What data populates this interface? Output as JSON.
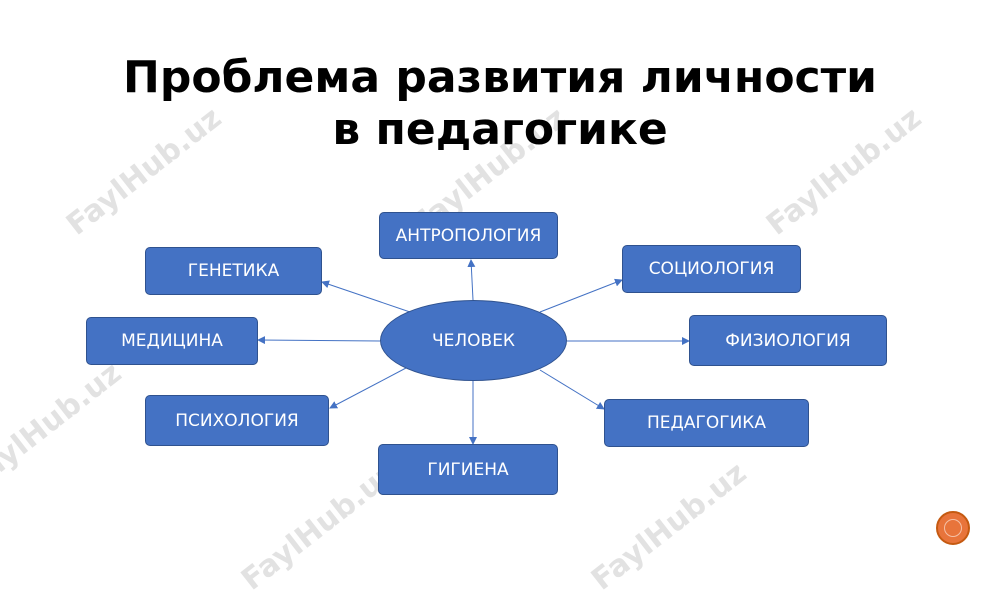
{
  "title_line1": "Проблема развития личности",
  "title_line2": "в педагогике",
  "watermark": "FaylHub.uz",
  "center": "ЧЕЛОВЕК",
  "nodes": {
    "anthropology": "АНТРОПОЛОГИЯ",
    "genetics": "ГЕНЕТИКА",
    "sociology": "СОЦИОЛОГИЯ",
    "medicine": "МЕДИЦИНА",
    "physiology": "ФИЗИОЛОГИЯ",
    "psychology": "ПСИХОЛОГИЯ",
    "pedagogy": "ПЕДАГОГИКА",
    "hygiene": "ГИГИЕНА"
  },
  "colors": {
    "box_fill": "#4472c4",
    "box_border": "#2f528f",
    "arrow": "#4472c4",
    "nav_button": "#e8743b"
  }
}
